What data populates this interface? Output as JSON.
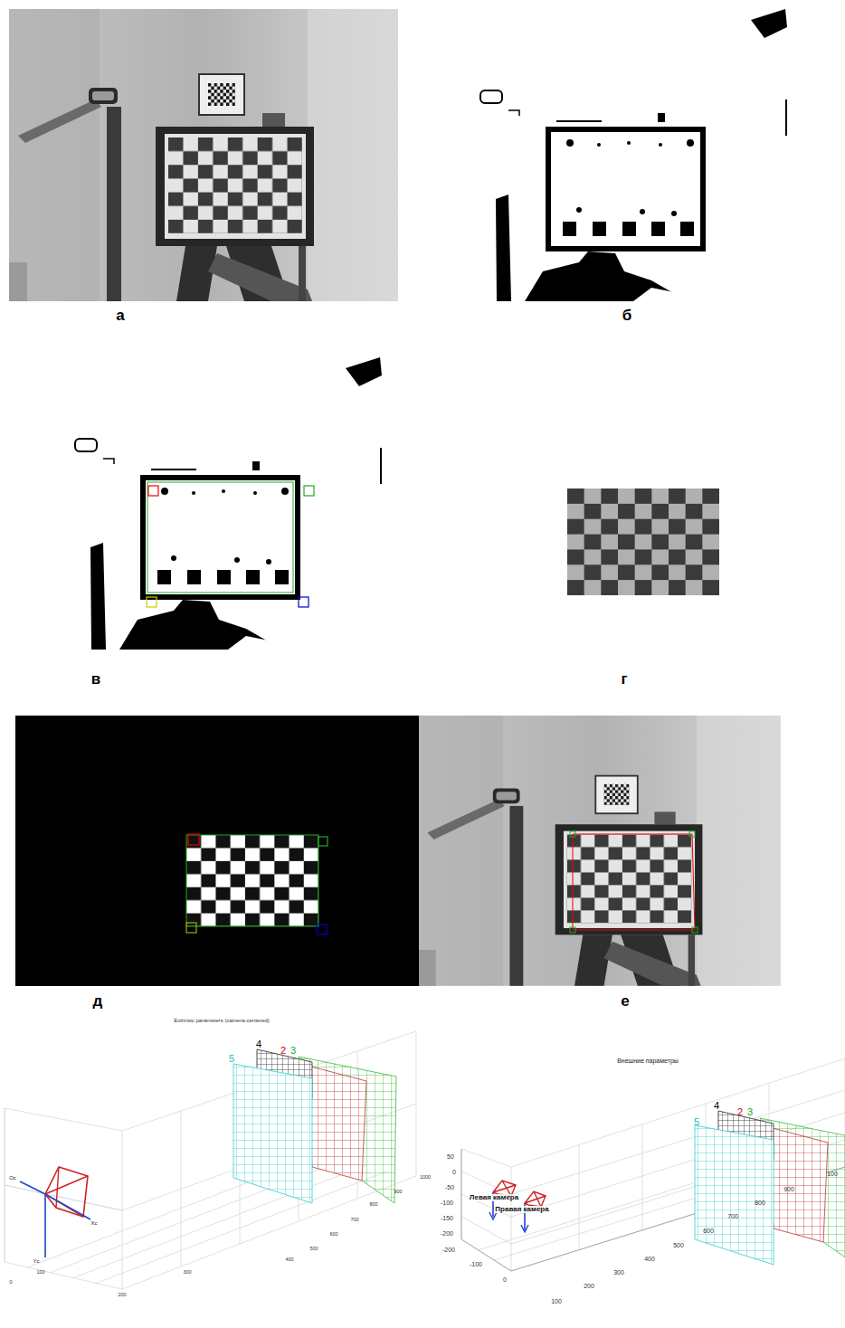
{
  "diagram": {
    "labels": [
      "а",
      "б",
      "в",
      "г",
      "д",
      "е",
      "Extrinsic parameters (camera-centered)",
      "4",
      "2",
      "3",
      "5",
      "Oc",
      "Xc",
      "Yc",
      "0",
      "100",
      "200",
      "300",
      "400",
      "500",
      "600",
      "700",
      "800",
      "900",
      "1000",
      "Внешние параметры",
      "4",
      "2",
      "3",
      "5",
      "50",
      "0",
      "-50",
      "-100",
      "-150",
      "-200",
      "-200",
      "-100",
      "0",
      "100",
      "200",
      "300",
      "400",
      "500",
      "600",
      "700",
      "800",
      "900",
      "100",
      "Левая камера",
      "Правая камера"
    ]
  }
}
